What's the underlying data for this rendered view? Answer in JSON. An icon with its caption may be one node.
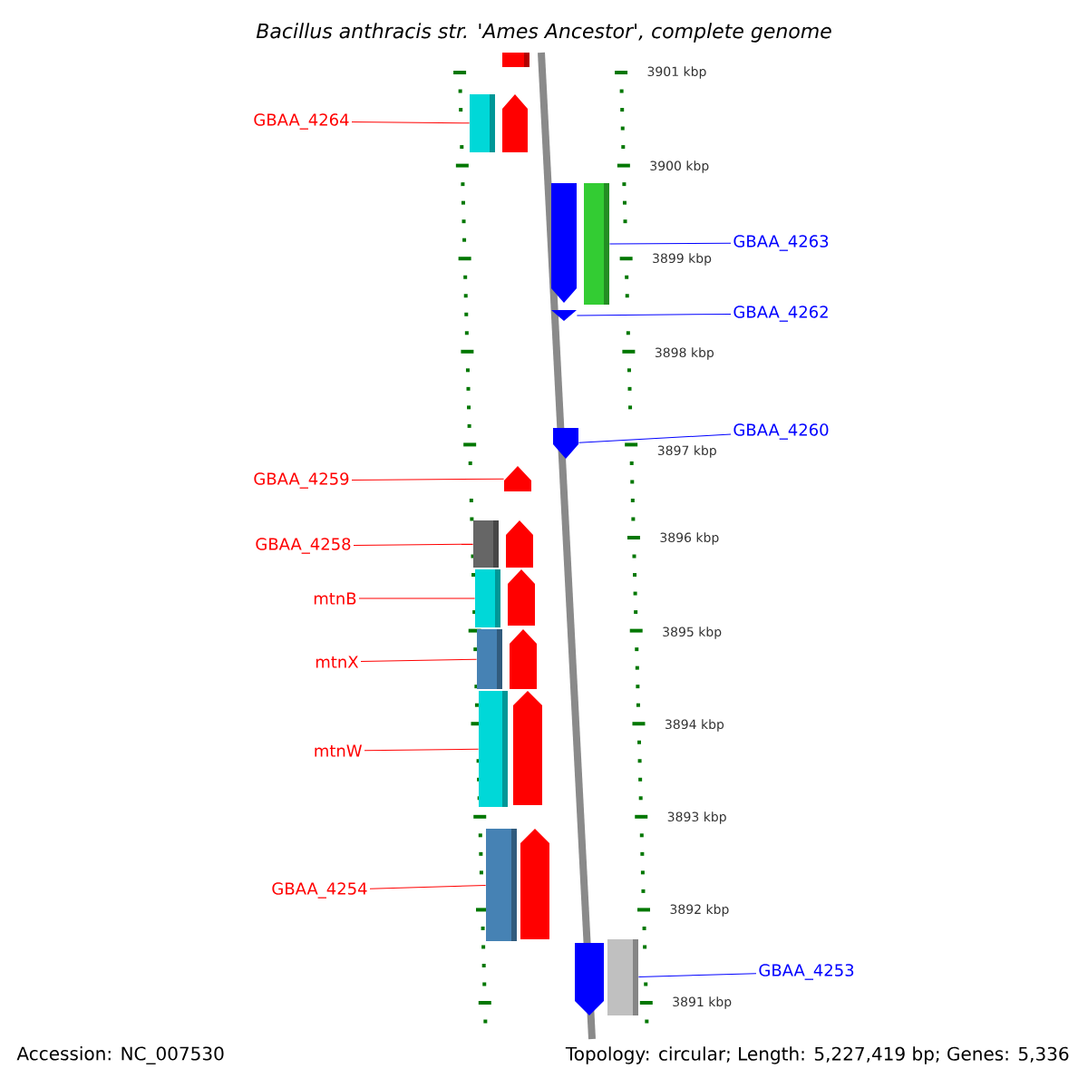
{
  "diagram": {
    "title": "Bacillus anthracis str. 'Ames Ancestor', complete genome",
    "nodes": [
      {
        "text": [
          "GBAA_4264"
        ]
      },
      {
        "text": [],
        "shape": "bar"
      },
      {
        "text": [],
        "shape": "bar"
      },
      {
        "text": [
          "GBAA_4263"
        ]
      },
      {
        "text": [],
        "shape": "triangle"
      },
      {
        "text": [
          "GBAA_4262"
        ]
      },
      {
        "text": [],
        "shape": "pentagon"
      },
      {
        "text": [
          "GBAA_4260"
        ]
      },
      {
        "text": [
          "GBAA_4259"
        ]
      },
      {
        "text": [],
        "shape": "pentagon"
      },
      {
        "text": [
          "GBAA_4258"
        ]
      },
      {
        "text": [],
        "shape": "bar"
      },
      {
        "text": [
          "mtnB"
        ]
      },
      {
        "text": [],
        "shape": "bar"
      },
      {
        "text": [
          "mtnX"
        ]
      },
      {
        "text": [],
        "shape": "bar"
      },
      {
        "text": [
          "mtnW"
        ]
      },
      {
        "text": [],
        "shape": "bar"
      },
      {
        "text": [
          "GBAA_4254"
        ]
      },
      {
        "text": [],
        "shape": "bar"
      },
      {
        "text": [],
        "shape": "bar"
      },
      {
        "text": [
          "GBAA_4253"
        ]
      }
    ],
    "edges": [
      {
        "from": 0,
        "to": 1,
        "arrow": "none"
      },
      {
        "from": 3,
        "to": 2,
        "arrow": "none",
        "color": "#0000ff"
      },
      {
        "from": 5,
        "to": 4,
        "arrow": "none",
        "color": "#0000ff"
      },
      {
        "from": 7,
        "to": 6,
        "arrow": "none",
        "color": "#0000ff"
      },
      {
        "from": 8,
        "to": 9,
        "arrow": "none"
      },
      {
        "from": 10,
        "to": 11,
        "arrow": "none"
      },
      {
        "from": 12,
        "to": 13,
        "arrow": "none"
      },
      {
        "from": 14,
        "to": 15,
        "arrow": "none"
      },
      {
        "from": 16,
        "to": 17,
        "arrow": "none"
      },
      {
        "from": 18,
        "to": 19,
        "arrow": "none"
      },
      {
        "from": 21,
        "to": 20,
        "arrow": "none",
        "color": "#0000ff"
      }
    ],
    "labels": [
      "3901 kbp",
      "3900 kbp",
      "3899 kbp",
      "3898 kbp",
      "3897 kbp",
      "3896 kbp",
      "3895 kbp",
      "3894 kbp",
      "3893 kbp",
      "3892 kbp",
      "3891 kbp",
      "Accession: NC_007530",
      "Topology: circular; Length: 5,227,419 bp; Genes: 5,336"
    ]
  }
}
